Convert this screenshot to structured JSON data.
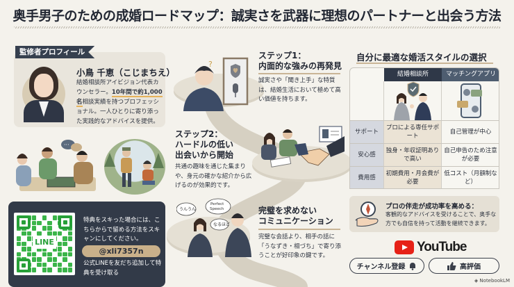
{
  "title": "奥手男子のための成婚ロードマップ：誠実さを武器に理想のパートナーと出会う方法",
  "profile": {
    "tag": "監修者プロフィール",
    "name": "小鳥 千恵（こじまちえ）",
    "desc_part1": "結婚相談所アイビジョン代表カウンセラー。",
    "desc_highlight": "10年間で約1,000名",
    "desc_part2": "相談実績を持つプロフェッショナル。一人ひとりに寄り添った実践的なアドバイスを提供。"
  },
  "line": {
    "qr_label": "LINE",
    "text1": "特典をスキった場合には、こちらからで留める方法をスキャンにしてください。",
    "handle": "@xli7357n",
    "text2": "公式LINEを友だち追加して特典を受け取る"
  },
  "steps": [
    {
      "title_line1": "ステップ1：",
      "title_line2": "内面的な強みの再発見",
      "desc": "誠実さや「聞き上手」な特質は、結婚生活において極めて高い価値を持ちます。"
    },
    {
      "title_line1": "ステップ2：",
      "title_line2": "ハードルの低い",
      "title_line3": "出会いから開始",
      "desc": "共通の趣味を通じた集まりや、身元の確かな紹介から広げるのが効果的です。"
    },
    {
      "title_line1": "完璧を求めない",
      "title_line2": "コミュニケーション",
      "desc": "完璧な会話より、相手の話に「うなずき・相づち」で寄り添うことが好印象の鍵です。",
      "bubbles": [
        "うんうん",
        "Perfect Speech",
        "なるほど"
      ]
    }
  ],
  "comparison": {
    "title": "自分に最適な婚活スタイルの選択",
    "headers": [
      "",
      "結婚相談所",
      "マッチングアプリ"
    ],
    "rows": [
      {
        "label": "サポート",
        "a": "プロによる専任サポート",
        "b": "自己管理が中心"
      },
      {
        "label": "安心感",
        "a": "独身・年収証明ありで高い",
        "b": "自己申告のため注意が必要"
      },
      {
        "label": "費用感",
        "a": "初期費用・月会費が必要",
        "b": "低コスト（月額制など）"
      }
    ]
  },
  "tip": {
    "title": "プロの伴走が成功率を高める：",
    "desc": "客観的なアドバイスを受けることで、奥手な方でも自信を持って活動を継続できます。"
  },
  "youtube": {
    "logo_text": "YouTube",
    "subscribe_label": "チャンネル登録",
    "like_label": "高評価"
  },
  "watermark": "NotebookLM",
  "colors": {
    "background": "#f4f2ec",
    "navy": "#323a48",
    "accent_gold": "#c9b08a",
    "line_green": "#3bb54a",
    "youtube_red": "#e62117"
  }
}
